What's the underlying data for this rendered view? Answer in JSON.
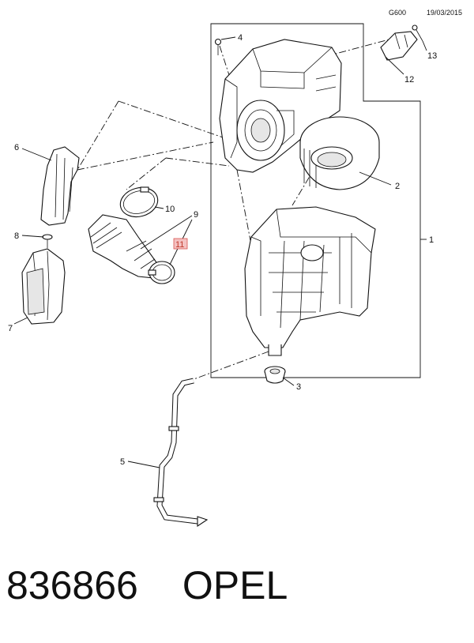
{
  "header": {
    "code": "G600",
    "date": "19/03/2015"
  },
  "callouts": [
    {
      "id": "c1",
      "label": "1"
    },
    {
      "id": "c2",
      "label": "2"
    },
    {
      "id": "c3",
      "label": "3"
    },
    {
      "id": "c4",
      "label": "4"
    },
    {
      "id": "c5",
      "label": "5"
    },
    {
      "id": "c6",
      "label": "6"
    },
    {
      "id": "c7",
      "label": "7"
    },
    {
      "id": "c8",
      "label": "8"
    },
    {
      "id": "c9",
      "label": "9"
    },
    {
      "id": "c10",
      "label": "10"
    },
    {
      "id": "c11",
      "label": "11",
      "highlighted": true,
      "highlight_color": "#f4c2c2",
      "highlight_border": "#d9534f"
    },
    {
      "id": "c12",
      "label": "12"
    },
    {
      "id": "c13",
      "label": "13"
    }
  ],
  "caption": {
    "part_number": "836866",
    "brand": "OPEL"
  }
}
